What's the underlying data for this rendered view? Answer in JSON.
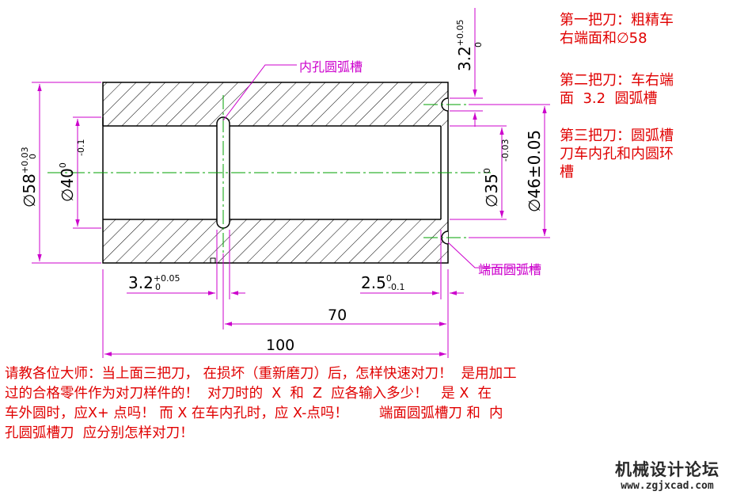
{
  "notes": [
    "第一把刀：粗精车\n右端面和∅58",
    "第二把刀：车右端\n面  3.2  圆弧槽",
    "第三把刀：圆弧槽\n刀车内孔和内圆环\n槽"
  ],
  "callouts": {
    "inner_groove": "内孔圆弧槽",
    "face_groove": "端面圆弧槽"
  },
  "dimensions": {
    "outer_dia": {
      "base": "∅58",
      "sup": "+0.03",
      "sub": "0"
    },
    "inner_dia": {
      "base": "∅40",
      "sup": "0",
      "sub": "-0.1"
    },
    "bore_dia": {
      "base": "∅35",
      "sup": "0",
      "sub": "-0.03"
    },
    "groove_dia": {
      "text": "∅46±0.05"
    },
    "face_groove_width": {
      "base": "3.2",
      "sup": "+0.05",
      "sub": "0"
    },
    "inner_groove_pos": {
      "base": "3.2",
      "sup": "+0.05",
      "sub": "0"
    },
    "bore_depth_gap": {
      "base": "2.5",
      "sup": "0",
      "sub": "-0.1"
    },
    "length_70": "70",
    "length_100": "100"
  },
  "question": "请教各位大师：当上面三把刀， 在损坏（重新磨刀）后，怎样快速对刀！  是用加工\n过的合格零件作为对刀样件的！  对刀时的  X  和  Z  应各输入多少！   是 X  在\n车外圆时，应X+ 点吗！ 而 X 在车内孔时，应 X-点吗！       端面圆弧槽刀 和  内\n孔圆弧槽刀  应分别怎样对刀！",
  "watermark": {
    "line1": "机械设计论坛",
    "line2": "www.zgjxcad.com"
  },
  "colors": {
    "outline": "#000000",
    "dimension": "#cc00cc",
    "centerline": "#00a000",
    "note_text": "#e00000"
  }
}
